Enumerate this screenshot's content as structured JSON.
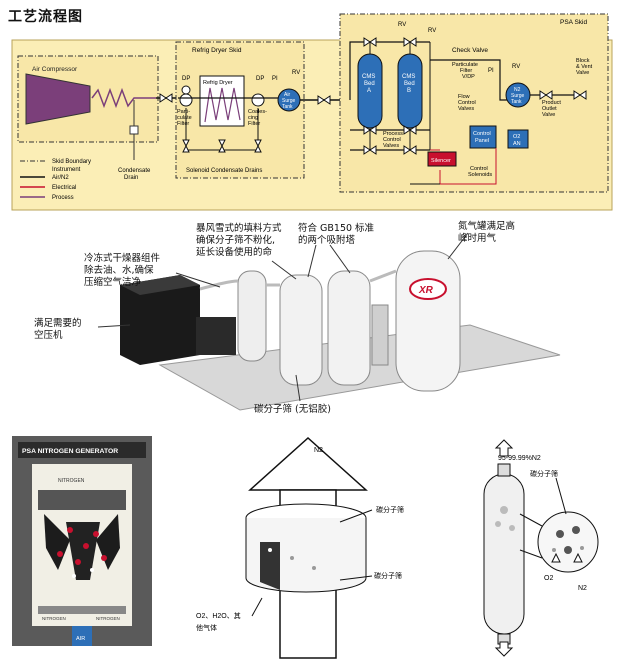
{
  "title": "工艺流程图",
  "flow": {
    "air_compressor": "Air Compressor",
    "refrig_skid": "Refrig Dryer Skid",
    "refrig_dryer": "Refrig Dryer",
    "psa_skid": "PSA Skid",
    "dp": "DP",
    "pi": "PI",
    "rv": "RV",
    "particulate_filter": [
      "Parti-",
      "culate",
      "Filter"
    ],
    "coalescing_filter": [
      "Coales-",
      "cing",
      "Filter"
    ],
    "surge_tank": [
      "Air",
      "Surge",
      "Tank"
    ],
    "solenoid_drains": "Solenoid Condensate Drains",
    "condensate_drain": [
      "Condensate",
      "Drain"
    ],
    "cms_a": [
      "CMS",
      "Bed",
      "A"
    ],
    "cms_b": [
      "CMS",
      "Bed",
      "B"
    ],
    "process_valves": [
      "Process",
      "Control",
      "Valves"
    ],
    "check_valve": "Check Valve",
    "pf_vdp": [
      "Particulate",
      "Filter",
      "V/DP"
    ],
    "n2_surge": [
      "N2",
      "Surge",
      "Tank"
    ],
    "block_vent": [
      "Block",
      "& Vent",
      "Valve"
    ],
    "flow_control": [
      "Flow",
      "Control",
      "Valves"
    ],
    "product_outlet": [
      "Product",
      "Outlet",
      "Valve"
    ],
    "control_panel": [
      "Control",
      "Panel"
    ],
    "o2_an": [
      "O2",
      "AN"
    ],
    "silencer": "Silencer",
    "control_solenoids": [
      "Control",
      "Solenoids"
    ],
    "legend": [
      {
        "label": "Skid Boundary",
        "style": "dashed"
      },
      {
        "label": "Instrument",
        "style": "none"
      },
      {
        "label": "Air/N2",
        "style": "solid"
      },
      {
        "label": "Electrical",
        "style": "red"
      },
      {
        "label": "Process",
        "style": "purple"
      }
    ]
  },
  "photo": {
    "baofeng": [
      "暴风雪式的填料方式",
      "确保分子筛不粉化,",
      "延长设备使用的命"
    ],
    "gb150": [
      "符合 GB150 标准",
      "的两个吸附塔"
    ],
    "n2tank": [
      "氮气罐满足高",
      "峰时用气"
    ],
    "dryer": [
      "冷冻式干燥器组件",
      "除去油、水,确保",
      "压缩空气洁净"
    ],
    "compressor": [
      "满足需要的",
      "空压机"
    ],
    "cms": "碳分子筛 (无铝胶)",
    "xr_logo": "XR"
  },
  "bottom": {
    "gen_title": "PSA NITROGEN GENERATOR",
    "nitrogen": "NITROGEN",
    "air": "AIR",
    "n2_top": "N2",
    "cms_a": "碳分子筛",
    "cms_b": "碳分子筛",
    "other_gas": [
      "O2、H2O、其",
      "他气体"
    ],
    "purity": "95-99.99%N2",
    "cms_c": "碳分子筛",
    "o2": "O2",
    "n2": "N2"
  },
  "colors": {
    "process": "#7b3f7a",
    "electric": "#c8102e",
    "skid_fill": "#f8e7a8",
    "outer_fill": "#fbeeb6",
    "blue": "#2d6fb7",
    "line": "#1a1a1a"
  }
}
